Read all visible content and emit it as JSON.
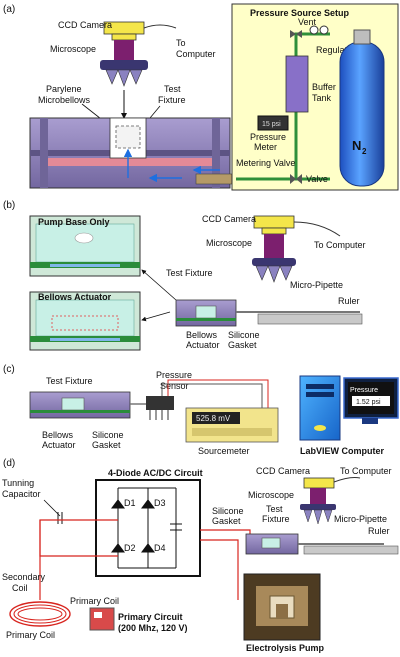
{
  "panel_a": {
    "tag": "(a)",
    "ccd_camera": "CCD Camera",
    "microscope": "Microscope",
    "to_computer": "To",
    "to_computer_2": "Computer",
    "microbellows_1": "Parylene",
    "microbellows_2": "Microbellows",
    "test_fixture_1": "Test",
    "test_fixture_2": "Fixture",
    "pressure_title": "Pressure Source Setup",
    "vent": "Vent",
    "regulator": "Regulator",
    "buffer_1": "Buffer",
    "buffer_2": "Tank",
    "meter_1": "Pressure",
    "meter_2": "Meter",
    "meter_display": "15 psi",
    "metering_valve": "Metering Valve",
    "valve": "Valve",
    "n2": "N",
    "n2_sub": "2"
  },
  "panel_b": {
    "tag": "(b)",
    "pump_base": "Pump Base Only",
    "bellows_actuator": "Bellows Actuator",
    "ccd_camera": "CCD Camera",
    "microscope": "Microscope",
    "to_computer": "To Computer",
    "test_fixture": "Test Fixture",
    "micro_pipette": "Micro-Pipette",
    "ruler": "Ruler",
    "bellows_1": "Bellows",
    "bellows_2": "Actuator",
    "gasket_1": "Silicone",
    "gasket_2": "Gasket"
  },
  "panel_c": {
    "tag": "(c)",
    "test_fixture": "Test Fixture",
    "sensor_1": "Pressure",
    "sensor_2": "Sensor",
    "bellows_1": "Bellows",
    "bellows_2": "Actuator",
    "gasket_1": "Silicone",
    "gasket_2": "Gasket",
    "sourcemeter": "Sourcemeter",
    "sourcemeter_reading": "525.8 mV",
    "labview": "LabVIEW Computer",
    "screen_title": "Pressure",
    "screen_value": "1.52 psi"
  },
  "panel_d": {
    "tag": "(d)",
    "circuit_title": "4-Diode AC/DC Circuit",
    "d1": "D1",
    "d2": "D2",
    "d3": "D3",
    "d4": "D4",
    "tuning_1": "Tunning",
    "tuning_2": "Capacitor",
    "secondary_1": "Secondary",
    "secondary_2": "Coil",
    "primary_coil_1": "Primary Coil",
    "primary_coil_2": "Primary Coil",
    "primary_circuit_1": "Primary Circuit",
    "primary_circuit_2": "(200 Mhz, 120 V)",
    "ccd_camera": "CCD Camera",
    "to_computer": "To Computer",
    "microscope": "Microscope",
    "test_1": "Test",
    "test_2": "Fixture",
    "gasket_1": "Silicone",
    "gasket_2": "Gasket",
    "micro_pipette": "Micro-Pipette",
    "ruler": "Ruler",
    "electrolysis": "Electrolysis Pump"
  },
  "colors": {
    "fixture": "#8e82b8",
    "fixture_dark": "#5d5484",
    "pressure_panel": "#ffffc8",
    "pipe": "#2f8f3a",
    "tank": "#2c6fe0",
    "buffer": "#8870c8",
    "wire_red": "#d8251f",
    "camera_yellow": "#f4e64a",
    "microscope_purple": "#7c1f6e"
  }
}
